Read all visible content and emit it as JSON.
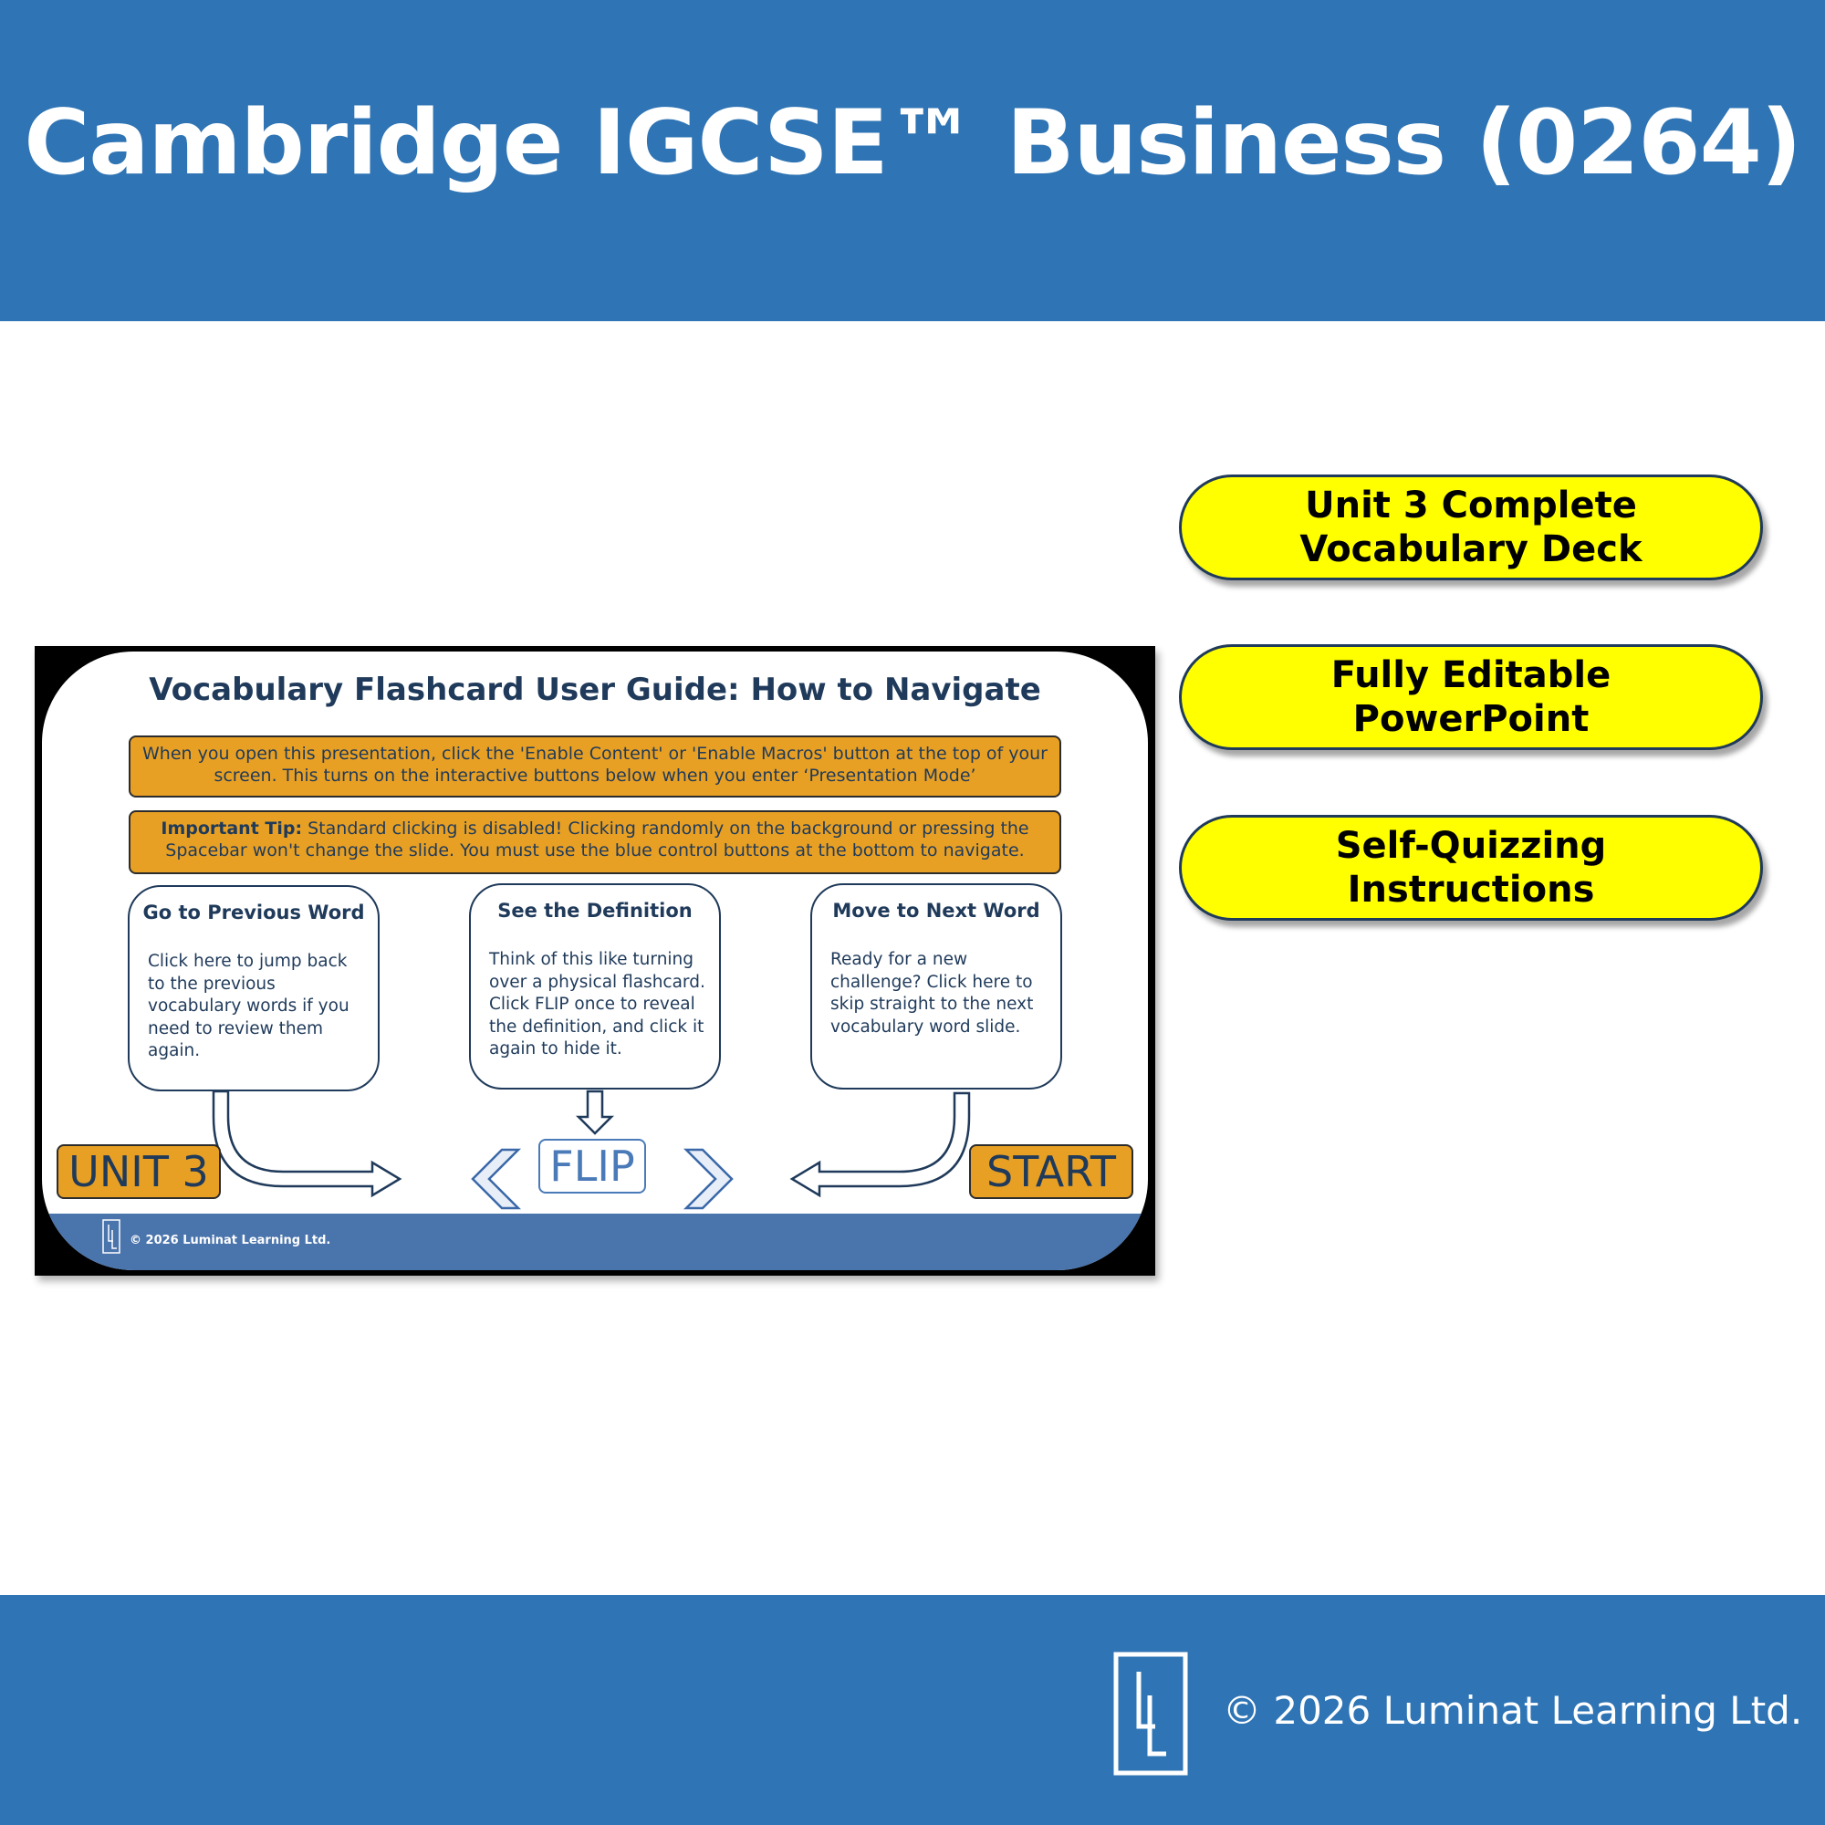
{
  "header": {
    "title": "Cambridge IGCSE™ Business (0264)"
  },
  "features": [
    {
      "line1": "Unit 3 Complete",
      "line2": "Vocabulary Deck"
    },
    {
      "line1": "Fully Editable",
      "line2": "PowerPoint"
    },
    {
      "line1": "Self-Quizzing",
      "line2": "Instructions"
    }
  ],
  "slide": {
    "title": "Vocabulary Flashcard User Guide: How to Navigate",
    "notice": "When you open this presentation, click the 'Enable Content' or 'Enable Macros' button at the top of your screen. This turns on the interactive buttons below when you enter ‘Presentation Mode’",
    "tip_label": "Important Tip:",
    "tip_text": " Standard clicking is disabled! Clicking randomly on the background or pressing the Spacebar won't change the slide. You must use the blue control buttons at the bottom to navigate.",
    "cards": [
      {
        "title": "Go to Previous Word",
        "body": "Click here to jump back to the previous vocabulary words if you need to review them again."
      },
      {
        "title": "See the Definition",
        "body": "Think of this like turning over a physical flashcard. Click FLIP once to reveal the definition, and click it again to hide it."
      },
      {
        "title": "Move to Next Word",
        "body": "Ready for a new challenge? Click here to skip straight to the next vocabulary word slide."
      }
    ],
    "controls": {
      "unit_label": "UNIT 3",
      "flip_label": "FLIP",
      "start_label": "START",
      "prev_icon": "chevron-left-icon",
      "next_icon": "chevron-right-icon"
    },
    "footer_copy": "© 2026 Luminat Learning Ltd."
  },
  "footer": {
    "copyright": "© 2026 Luminat Learning Ltd.",
    "logo_icon": "luminat-logo-icon"
  },
  "colors": {
    "brand_blue": "#2f74b4",
    "highlight_yellow": "#ffff00",
    "orange": "#e8a024",
    "navy": "#1f3a5a"
  }
}
